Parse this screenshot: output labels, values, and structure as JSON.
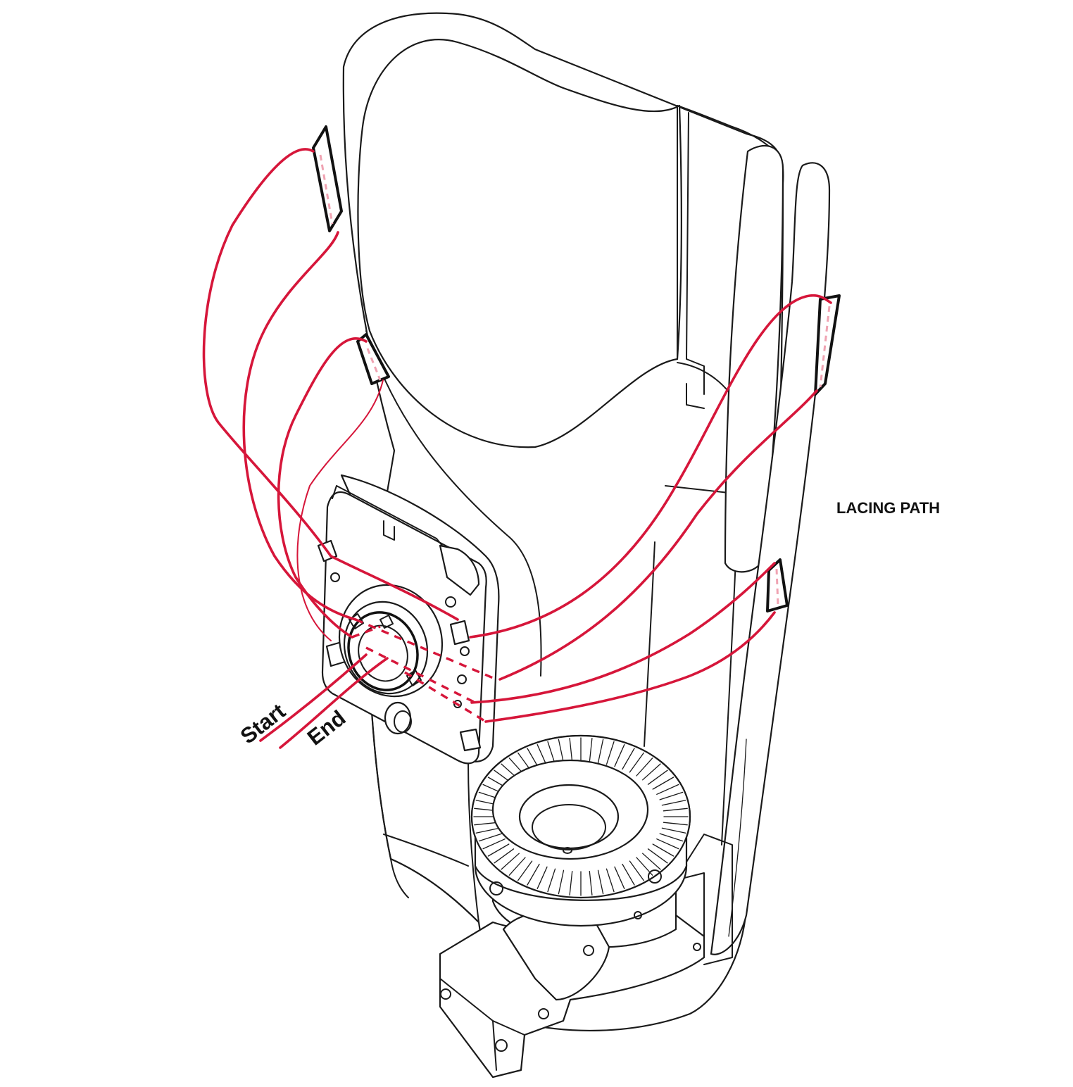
{
  "diagram": {
    "title": "LACING PATH",
    "start_label": "Start",
    "end_label": "End"
  },
  "colors": {
    "lace": "#d6163a",
    "lace_dashed_hint": "#f0a3b2",
    "outline": "#1a1a1a",
    "background": "#ffffff"
  }
}
